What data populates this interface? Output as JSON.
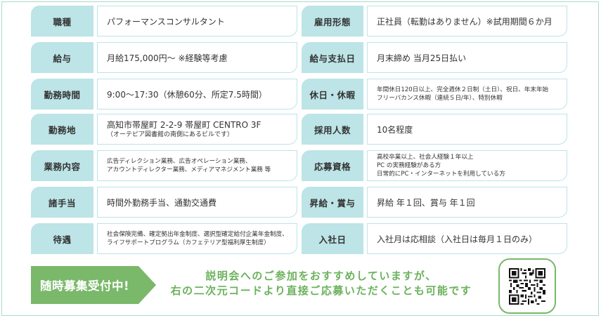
{
  "rows": [
    {
      "left": {
        "label": "職種",
        "lines": [
          "パフォーマンスコンサルタント"
        ]
      },
      "right": {
        "label": "雇用形態",
        "lines": [
          "正社員（転勤はありません）※試用期間６か月"
        ]
      }
    },
    {
      "left": {
        "label": "給与",
        "lines": [
          "月給175,000円〜 ※経験等考慮"
        ]
      },
      "right": {
        "label": "給与支払日",
        "lines": [
          "月末締め 当月25日払い"
        ]
      }
    },
    {
      "left": {
        "label": "勤務時間",
        "lines": [
          "9:00〜17:30（休憩60分、所定7.5時間）"
        ]
      },
      "right": {
        "label": "休日・休暇",
        "lines": [
          "年間休日120日以上、完全週休２日制（土日）、祝日、年末年始",
          "フリーバカンス休暇（連続５日/年）、特別休暇"
        ]
      }
    },
    {
      "left": {
        "label": "勤務地",
        "lines": [
          "高知市帯屋町 2-2-9 帯屋町 CENTRO 3F",
          "（オーテピア図書館の南側にあるビルです）"
        ]
      },
      "right": {
        "label": "採用人数",
        "lines": [
          "10名程度"
        ]
      }
    },
    {
      "left": {
        "label": "業務内容",
        "lines": [
          "広告ディレクション業務、広告オペレーション業務、",
          "アカウントディレクター業務、メディアマネジメント業務 等"
        ]
      },
      "right": {
        "label": "応募資格",
        "lines": [
          "高校卒業以上、社会人経験１年以上",
          "PC の実務経験がある方",
          "日常的にPC・インターネットを利用している方"
        ]
      }
    },
    {
      "left": {
        "label": "諸手当",
        "lines": [
          "時間外勤務手当、通勤交通費"
        ]
      },
      "right": {
        "label": "昇給・賞与",
        "lines": [
          "昇給 年１回、賞与 年１回"
        ]
      }
    },
    {
      "left": {
        "label": "待遇",
        "lines": [
          "社会保険完備、確定拠出年金制度、選択型確定給付企業年金制度、",
          "ライフサポートプログラム（カフェテリア型福利厚生制度）"
        ]
      },
      "right": {
        "label": "入社日",
        "lines": [
          "入社月は応相談（入社日は毎月１日のみ）"
        ]
      }
    }
  ],
  "footer": {
    "banner": "随時募集受付中!",
    "message_line1": "説明会へのご参加をおすすめしていますが、",
    "message_line2": "右の二次元コードより直接ご応募いただくことも可能です",
    "qr_icon": "qr-code-icon"
  },
  "colors": {
    "label_bg": "#bde4e6",
    "frame_border": "#a9dcc6",
    "banner_bg": "#7ab86a",
    "message_text": "#6bb25c"
  }
}
